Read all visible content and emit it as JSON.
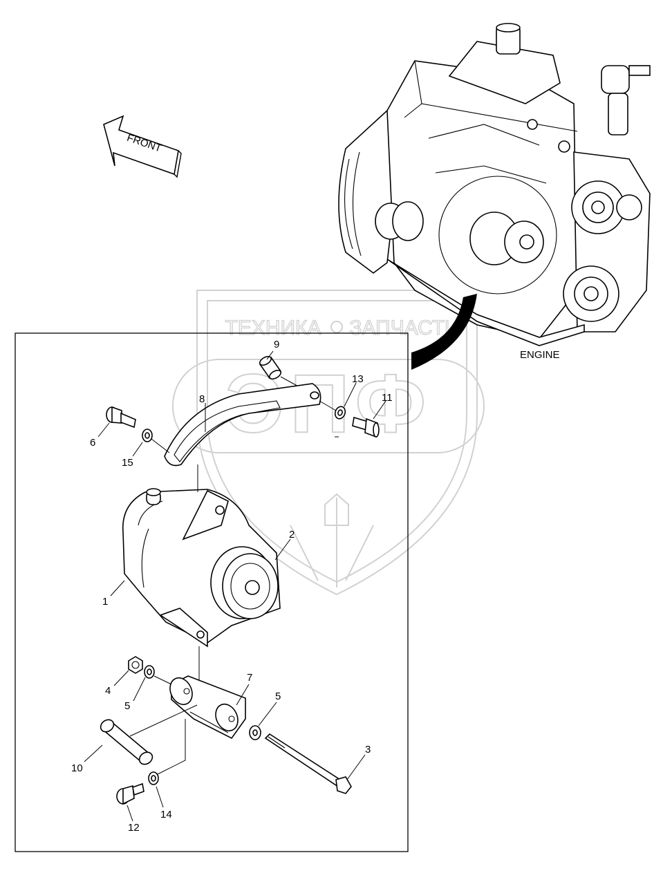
{
  "front_label": "FRONT",
  "engine_label": "ENGINE",
  "watermark": {
    "left_text": "ТЕХНИКА",
    "right_text": "ЗАПЧАСТИ",
    "logo_text": "ЭПФ"
  },
  "callouts": [
    "1",
    "2",
    "3",
    "4",
    "5",
    "5",
    "6",
    "7",
    "8",
    "9",
    "10",
    "11",
    "12",
    "13",
    "14",
    "15"
  ]
}
